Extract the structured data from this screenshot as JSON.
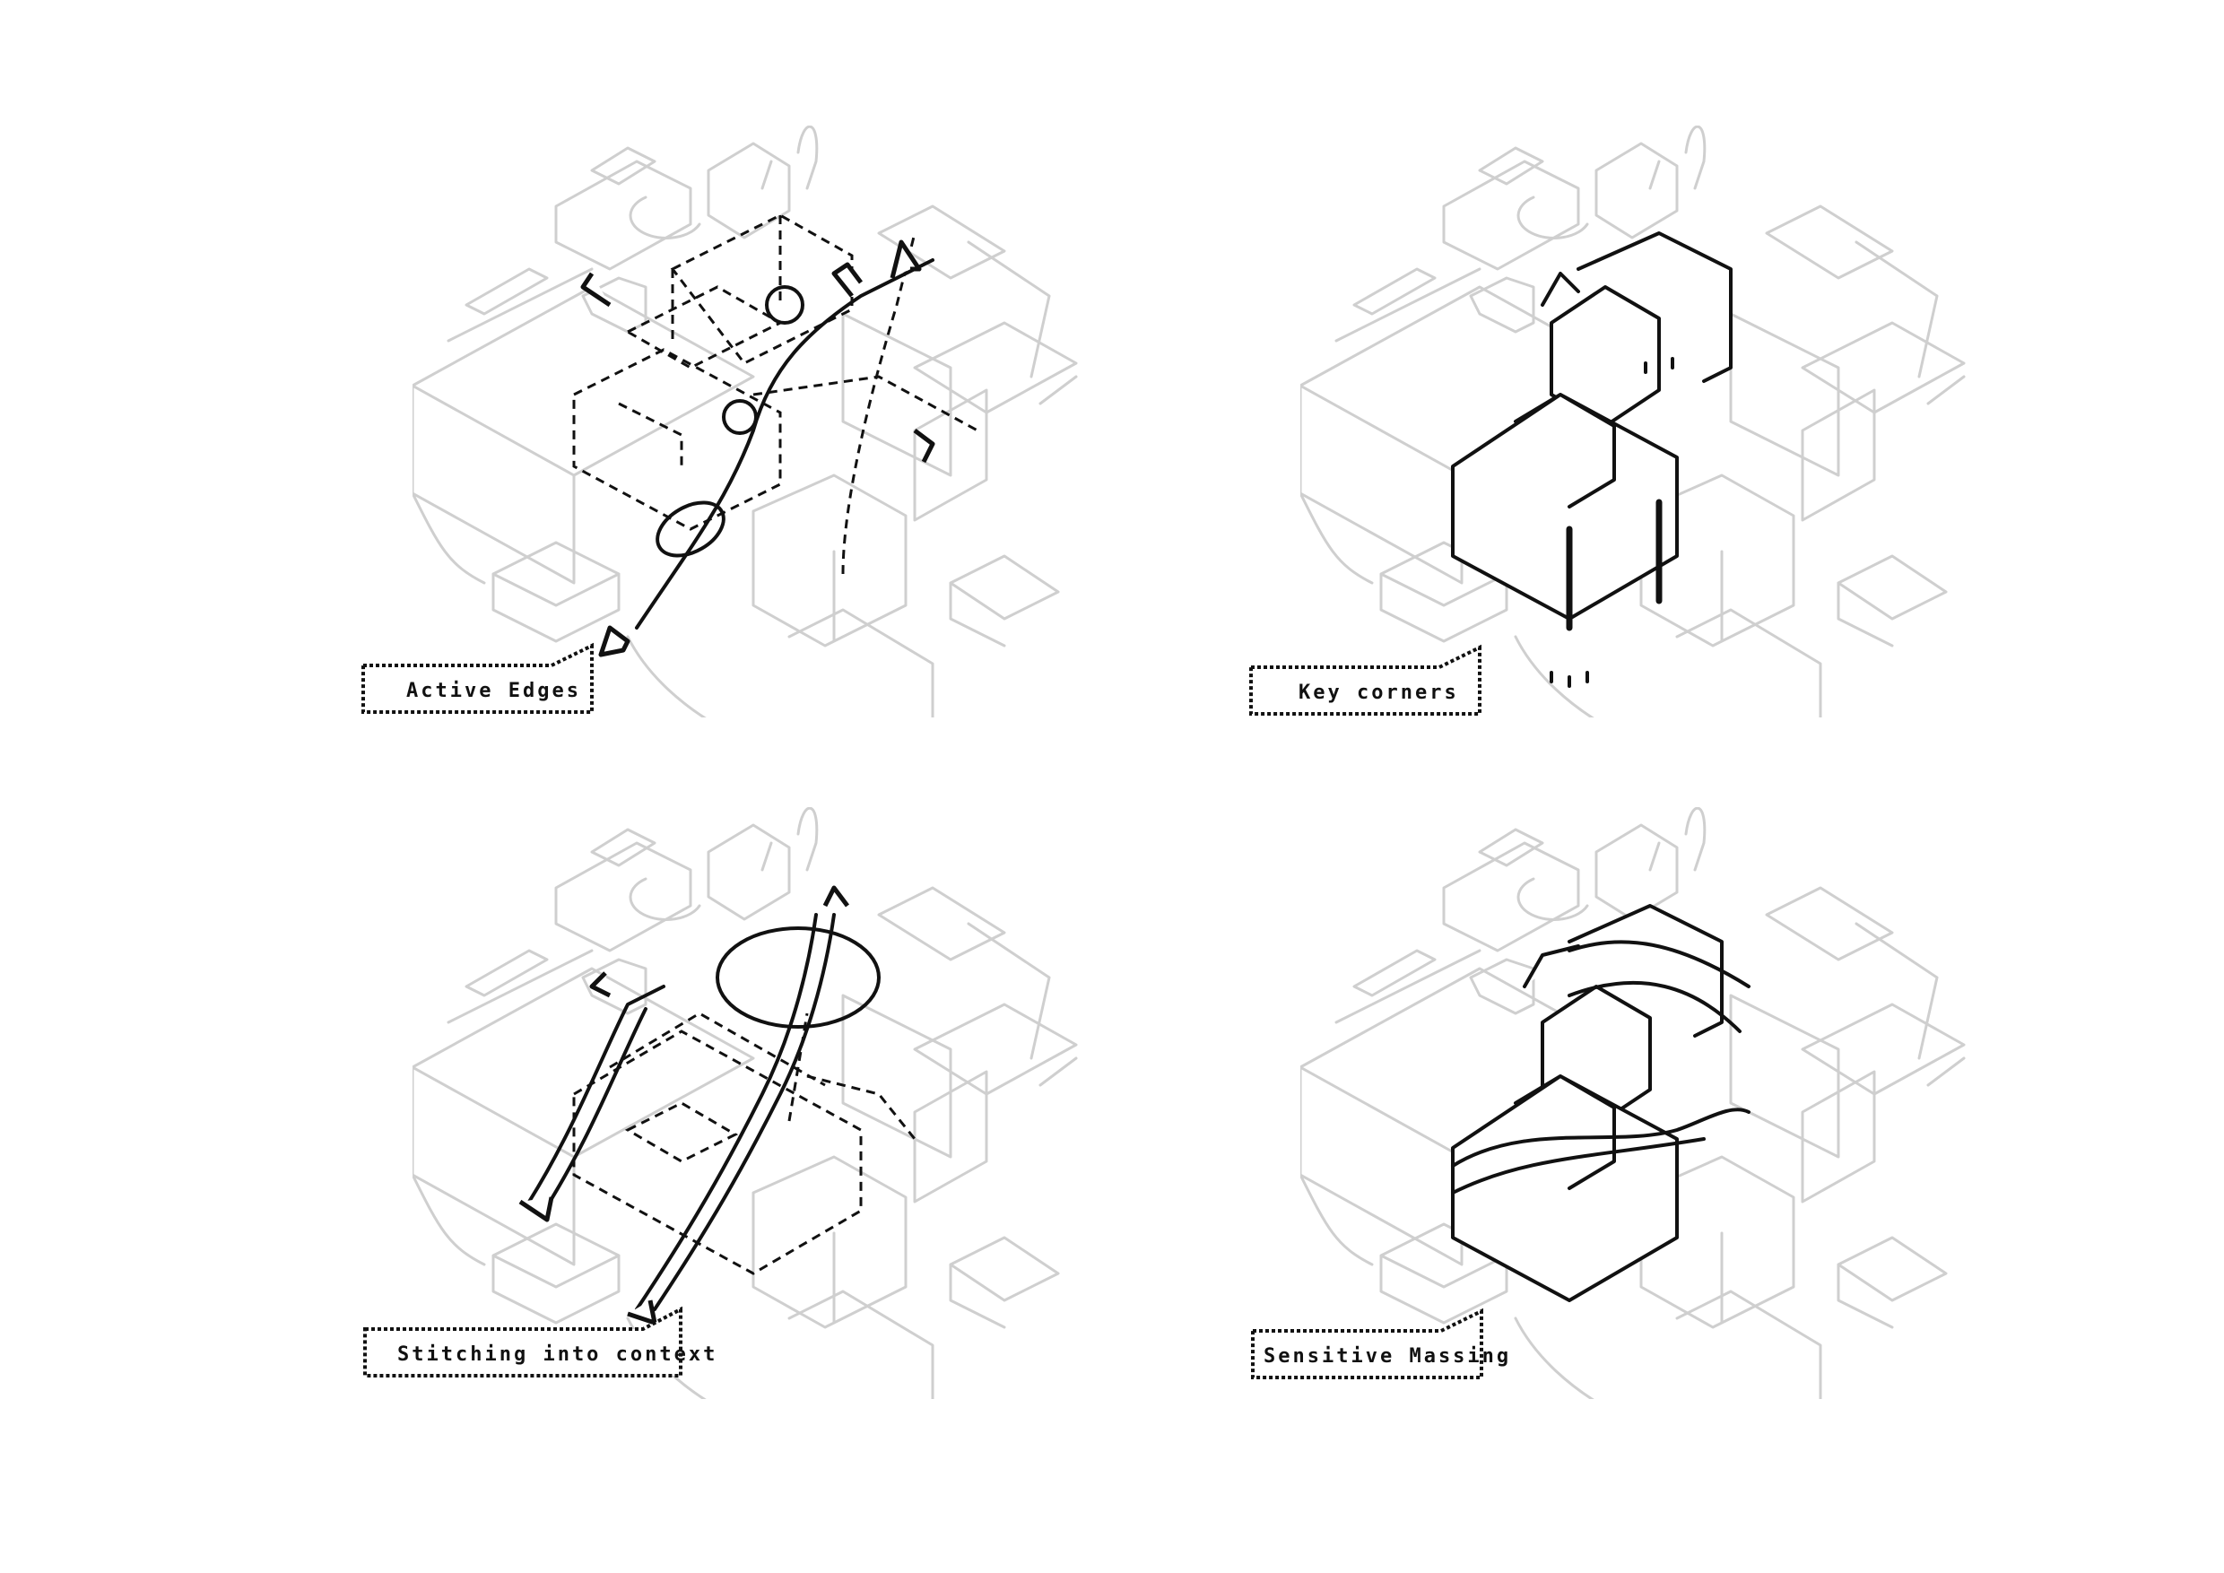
{
  "panels": [
    {
      "label": "Active Edges"
    },
    {
      "label": "Key corners"
    },
    {
      "label": "Stitching into context"
    },
    {
      "label": "Sensitive Massing"
    }
  ]
}
